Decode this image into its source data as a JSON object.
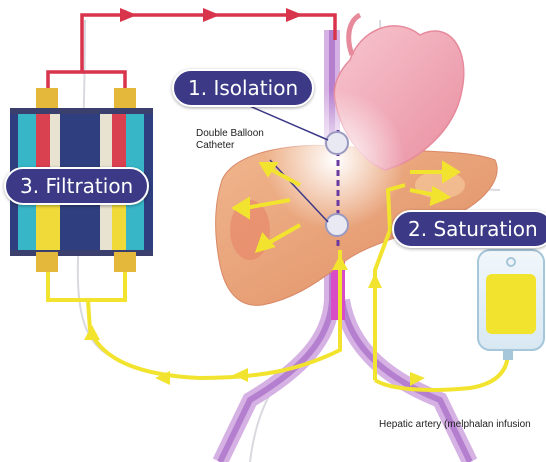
{
  "labels": {
    "isolation": "1. Isolation",
    "filtration": "3. Filtration",
    "saturation": "2. Saturation",
    "catheter_line1": "Double Balloon",
    "catheter_line2": "Catheter",
    "infusion": "Hepatic artery (melphalan infusion"
  },
  "colors": {
    "pill": "#3c3a86",
    "circuit_return": "#d8344c",
    "circuit_flow": "#f2e42e",
    "liver": "#e9a27a",
    "heart": "#f0a6b4",
    "vein": "#c88ad8",
    "body_outline": "#d9d9e0"
  }
}
